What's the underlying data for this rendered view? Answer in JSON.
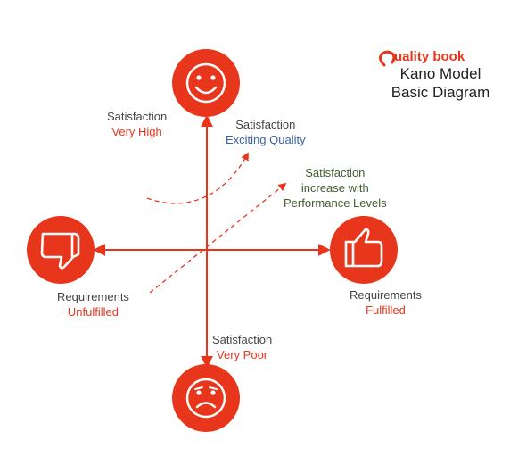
{
  "brand": {
    "logo_text": "uality book",
    "title_line1": "Kano Model",
    "title_line2": "Basic Diagram",
    "accent_color": "#e8361c"
  },
  "labels": {
    "top": {
      "line1": "Satisfaction",
      "line2": "Very High"
    },
    "exciting": {
      "line1": "Satisfaction",
      "line2": "Exciting Quality"
    },
    "performance": {
      "line1": "Satisfaction",
      "line2": "increase with",
      "line3": "Performance Levels"
    },
    "left": {
      "line1": "Requirements",
      "line2": "Unfulfilled"
    },
    "right": {
      "line1": "Requirements",
      "line2": "Fulfilled"
    },
    "bottom": {
      "line1": "Satisfaction",
      "line2": "Very Poor"
    }
  },
  "icons": {
    "top": "smiley-face-icon",
    "bottom": "sad-face-icon",
    "left": "thumbs-down-icon",
    "right": "thumbs-up-icon"
  }
}
